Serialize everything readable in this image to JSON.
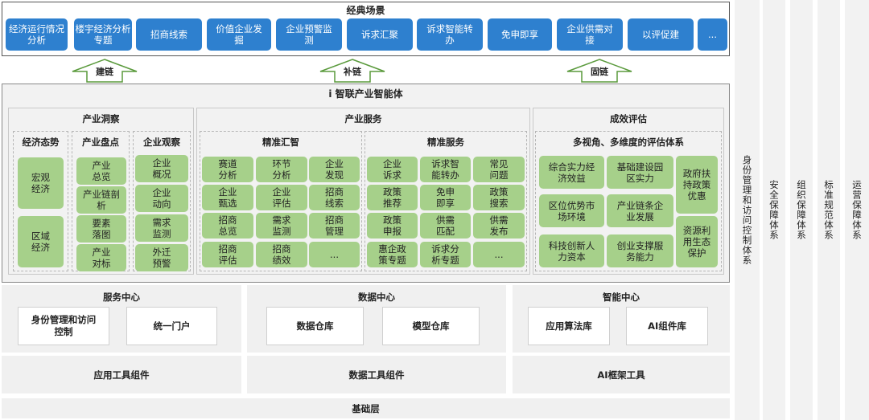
{
  "scenarios": {
    "title": "经典场景",
    "items": [
      "经济运行情况分析",
      "楼宇经济分析专题",
      "招商线索",
      "价值企业发掘",
      "企业预警监测",
      "诉求汇聚",
      "诉求智能转办",
      "免申即享",
      "企业供需对接",
      "以评促建",
      "..."
    ]
  },
  "arrows": [
    "建链",
    "补链",
    "固链"
  ],
  "platform": {
    "title": "i 智联产业智能体",
    "insight": {
      "title": "产业洞察",
      "cols": [
        {
          "title": "经济态势",
          "items": [
            "宏观经济",
            "区域经济"
          ]
        },
        {
          "title": "产业盘点",
          "items": [
            "产业总览",
            "产业链剖析",
            "要素落图",
            "产业对标"
          ]
        },
        {
          "title": "企业观察",
          "items": [
            "企业概况",
            "企业动向",
            "需求监测",
            "外迁预警"
          ]
        }
      ]
    },
    "service": {
      "title": "产业服务",
      "gather": {
        "title": "精准汇智",
        "items": [
          "赛道分析",
          "环节分析",
          "企业发现",
          "企业甄选",
          "企业评估",
          "招商线索",
          "招商总览",
          "需求监测",
          "招商管理",
          "招商评估",
          "招商绩效",
          "..."
        ]
      },
      "precise": {
        "title": "精准服务",
        "items": [
          "企业诉求",
          "诉求智能转办",
          "常见问题",
          "政策推荐",
          "免申即享",
          "政策搜索",
          "政策申报",
          "供需匹配",
          "供需发布",
          "惠企政策专题",
          "诉求分析专题",
          "..."
        ]
      }
    },
    "eval": {
      "title": "成效评估",
      "subtitle": "多视角、多维度的评估体系",
      "items": [
        "综合实力经济效益",
        "基础建设园区实力",
        "区位优势市场环境",
        "产业链条企业发展",
        "科技创新人力资本",
        "创业支撑服务能力"
      ],
      "right": [
        "政府扶持政策优惠",
        "资源利用生态保护"
      ]
    }
  },
  "centers": [
    {
      "title": "服务中心",
      "items": [
        "身份管理和访问控制",
        "统一门户"
      ]
    },
    {
      "title": "数据中心",
      "items": [
        "数据仓库",
        "模型仓库"
      ]
    },
    {
      "title": "智能中心",
      "items": [
        "应用算法库",
        "AI组件库"
      ]
    }
  ],
  "tools": [
    "应用工具组件",
    "数据工具组件",
    "AI框架工具"
  ],
  "base": "基础层",
  "side_systems": [
    "身份管理和访问控制体系",
    "安全保障体系",
    "组织保障体系",
    "标准规范体系",
    "运营保障体系"
  ]
}
